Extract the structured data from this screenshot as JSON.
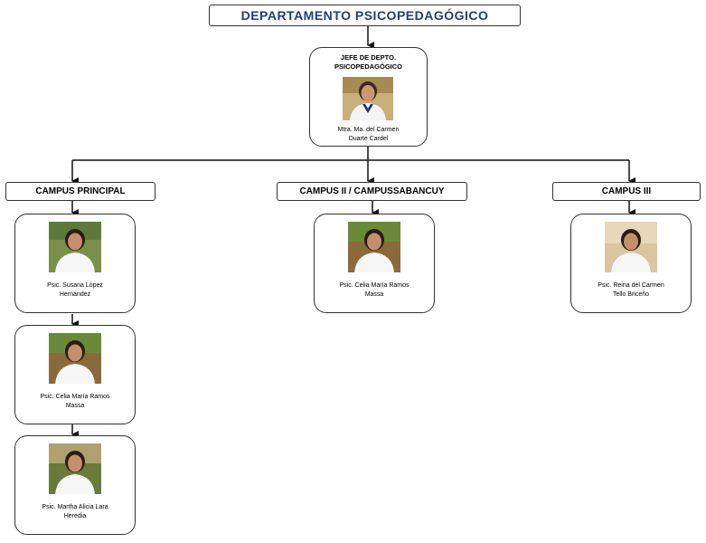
{
  "title": "DEPARTAMENTO  PSICOPEDAGÓGICO",
  "head": {
    "role": "JEFE DE DEPTO.\nPSICOPEDAGÓGICO",
    "name": "Mtra. Ma. del Carmen\nDuarte Cardel"
  },
  "campuses": [
    {
      "label": "CAMPUS PRINCIPAL",
      "staff": [
        "Psic. Susana López\nHernández",
        "Psic. Celia María Ramos\nMassa",
        "Psic. Martha Alicia Lara\nHeredia"
      ]
    },
    {
      "label": "CAMPUS II / CAMPUSSABANCUY",
      "staff": [
        "Psic. Celia María Ramos\nMassa"
      ]
    },
    {
      "label": "CAMPUS III",
      "staff": [
        "Psic. Reina del Carmen\nTello Briceño"
      ]
    }
  ],
  "colors": {
    "title_text": "#1f3e7a",
    "line": "#111111",
    "border": "#333333"
  }
}
